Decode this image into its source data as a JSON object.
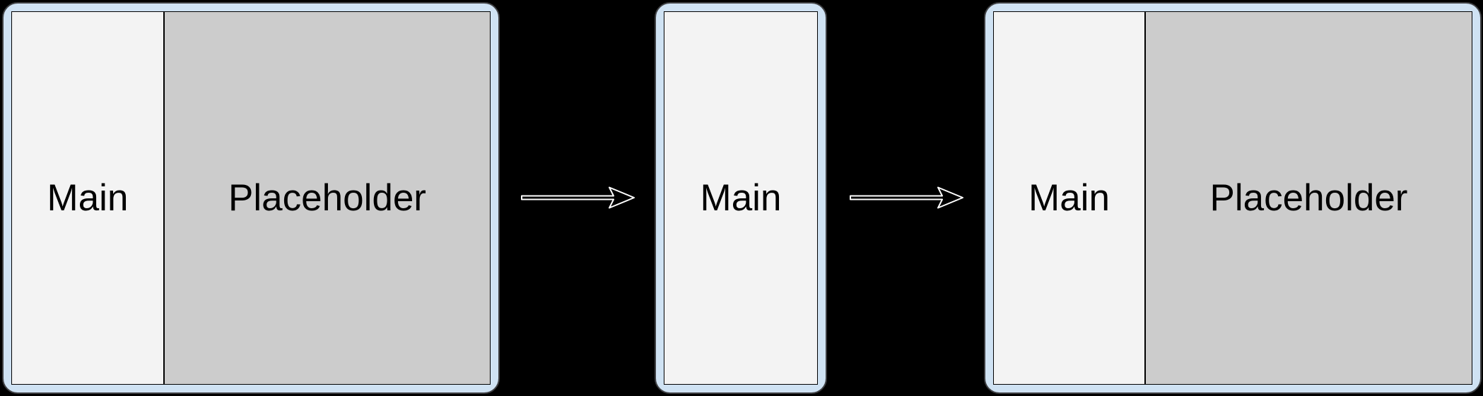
{
  "diagram": {
    "description": "Layout transition diagram: expanded split window collapses to compact main-only window, then expands back to split",
    "background_color": "#000000",
    "frame_color": "#cfe2f3",
    "frame_stroke_color": "#3f4043",
    "pane_border_color": "#000000",
    "main_pane_fill": "#f3f3f3",
    "placeholder_pane_fill": "#cccccc",
    "label_color": "#000000",
    "panels": [
      {
        "name": "expanded-before",
        "panes": [
          {
            "type": "main",
            "label": "Main"
          },
          {
            "type": "placeholder",
            "label": "Placeholder"
          }
        ]
      },
      {
        "name": "compact",
        "panes": [
          {
            "type": "main",
            "label": "Main"
          }
        ]
      },
      {
        "name": "expanded-after",
        "panes": [
          {
            "type": "main",
            "label": "Main"
          },
          {
            "type": "placeholder",
            "label": "Placeholder"
          }
        ]
      }
    ],
    "arrows": [
      {
        "name": "transition-arrow-1",
        "direction": "right"
      },
      {
        "name": "transition-arrow-2",
        "direction": "right"
      }
    ]
  }
}
